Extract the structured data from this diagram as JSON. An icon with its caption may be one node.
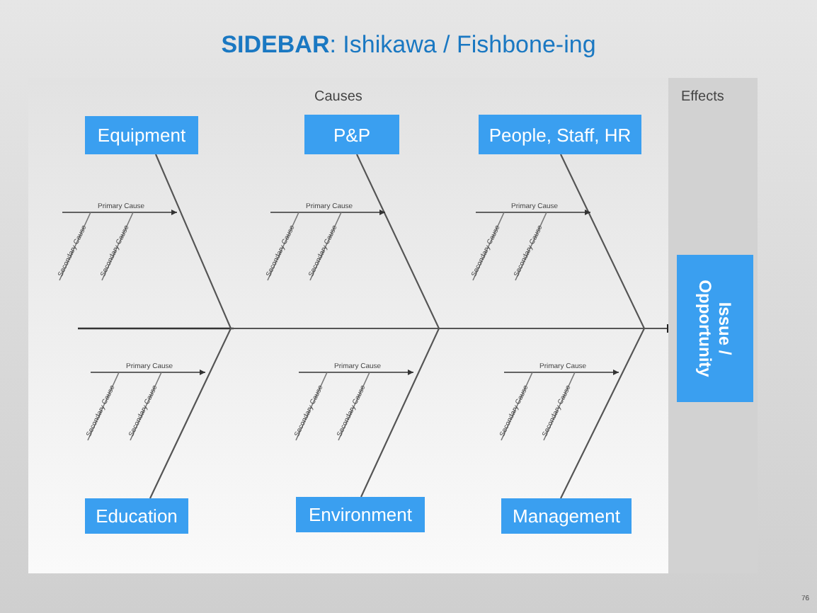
{
  "diagram": {
    "title": "**SIDEBAR**: Ishikawa / Fishbone-ing",
    "nodes": [
      {
        "text": [
          "Equipment"
        ]
      },
      {
        "text": [
          "P&P"
        ]
      },
      {
        "text": [
          "People, Staff, HR"
        ]
      },
      {
        "text": [
          "Effects"
        ]
      },
      {
        "text": [
          "Issue / Opportunity"
        ],
        "in": 3
      },
      {
        "text": [
          "Education"
        ]
      },
      {
        "text": [
          "Environment"
        ]
      },
      {
        "text": [
          "Management"
        ]
      }
    ],
    "edges": [
      {
        "from": 0,
        "to": 4,
        "arrow": "to"
      },
      {
        "from": 1,
        "to": 4,
        "arrow": "to"
      },
      {
        "from": 2,
        "to": 4,
        "arrow": "to"
      },
      {
        "from": 5,
        "to": 4,
        "arrow": "to"
      },
      {
        "from": 6,
        "to": 4,
        "arrow": "to"
      },
      {
        "from": 7,
        "to": 4,
        "arrow": "to"
      }
    ],
    "labels": [
      "Causes",
      "Primary Cause",
      "Secondary Cause",
      "Secondary Cause",
      "Primary Cause",
      "Secondary Cause",
      "Secondary Cause",
      "Primary Cause",
      "Secondary Cause",
      "Secondary Cause",
      "Primary Cause",
      "Secondary Cause",
      "Secondary Cause",
      "Primary Cause",
      "Secondary Cause",
      "Secondary Cause",
      "Primary Cause",
      "Secondary Cause",
      "Secondary Cause",
      "76"
    ]
  }
}
